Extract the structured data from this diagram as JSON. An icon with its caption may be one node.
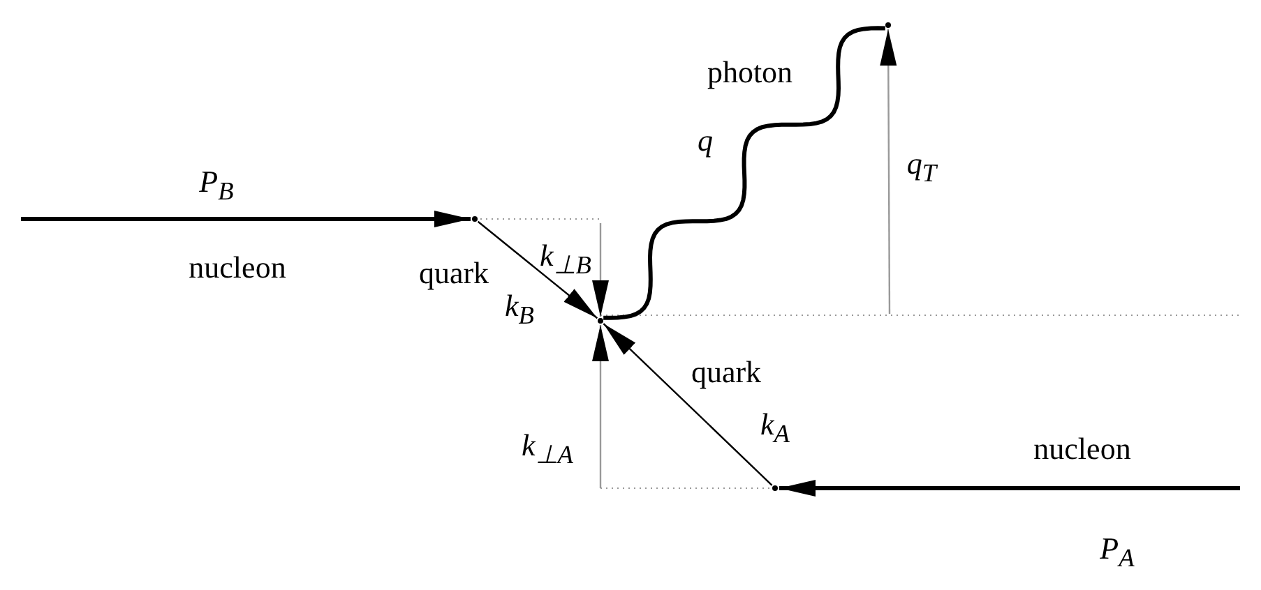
{
  "diagram": {
    "nodes": [
      {
        "text": [],
        "shape": "point"
      },
      {
        "text": [],
        "shape": "point"
      },
      {
        "text": [],
        "shape": "point"
      },
      {
        "text": [],
        "shape": "point"
      }
    ],
    "edges": [
      {
        "from": null,
        "to": 0,
        "arrow": "to",
        "style": "thick",
        "label": "nucleon"
      },
      {
        "from": 0,
        "to": 1,
        "arrow": "to",
        "label": "quark"
      },
      {
        "from": 1,
        "to": 3,
        "arrow": "none",
        "style": "thick",
        "label": "photon"
      },
      {
        "from": null,
        "to": 3,
        "arrow": "to",
        "color": "#999999"
      },
      {
        "from": null,
        "to": 1,
        "arrow": "to",
        "color": "#999999"
      },
      {
        "from": 2,
        "to": 1,
        "arrow": "to",
        "label": "quark"
      },
      {
        "from": null,
        "to": 1,
        "arrow": "to",
        "color": "#999999"
      },
      {
        "from": null,
        "to": 2,
        "arrow": "to",
        "style": "thick",
        "label": "nucleon"
      }
    ],
    "labels": [
      "P$_{B}$",
      "k$_{⊥B}$",
      "k$_{B}$",
      "q",
      "q$_{T}$",
      "k$_{A}$",
      "k$_{⊥A}$",
      "P$_{A}$"
    ]
  }
}
